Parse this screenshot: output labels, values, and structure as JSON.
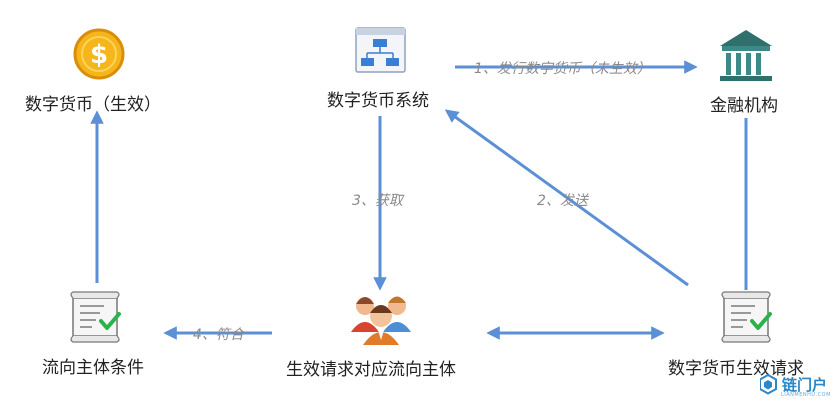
{
  "nodes": {
    "coin": "数字货币（生效）",
    "system": "数字货币系统",
    "bank": "金融机构",
    "condition": "流向主体条件",
    "subject": "生效请求对应流向主体",
    "request": "数字货币生效请求"
  },
  "edges": {
    "issue": "1、发行数字货币（未生效）",
    "send": "2、发送",
    "fetch": "3、获取",
    "match": "4、符合"
  },
  "icons": {
    "coin": "dollar-coin-icon",
    "system": "flowchart-icon",
    "bank": "bank-building-icon",
    "document": "document-check-icon",
    "people": "people-group-icon"
  },
  "colors": {
    "arrow": "#5b8fd6",
    "coin_gold": "#f5b51b",
    "check": "#2bb24c",
    "bank_teal": "#3c8a87"
  },
  "watermark": {
    "name": "链门户",
    "domain": "LIANMENHU.COM"
  }
}
